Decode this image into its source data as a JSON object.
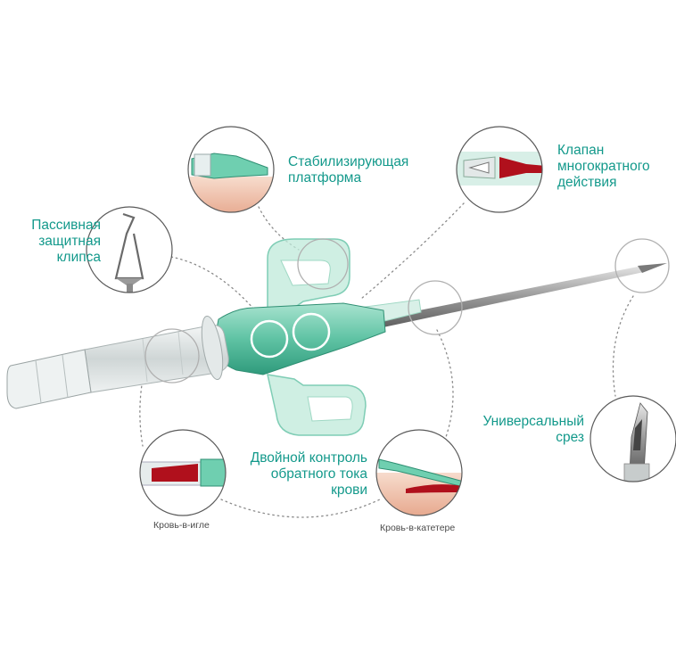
{
  "labels": {
    "stabilizing_platform": [
      "Стабилизирующая",
      "платформа"
    ],
    "valve": [
      "Клапан",
      "многократного",
      "действия"
    ],
    "passive_clip": [
      "Пассивная",
      "защитная",
      "клипса"
    ],
    "bevel": [
      "Универсальный",
      "срез"
    ],
    "double_control": [
      "Двойной контроль",
      "обратного тока",
      "крови"
    ]
  },
  "captions": {
    "blood_in_needle": "Кровь-в-игле",
    "blood_in_catheter": "Кровь-в-катетере"
  },
  "colors": {
    "accent": "#13998b",
    "device_green": "#63c9aa",
    "blood": "#b0101c",
    "skin": "#f1c7b5"
  },
  "icons": [
    "catheter-device-illustration",
    "clip-detail",
    "platform-detail",
    "valve-detail",
    "bevel-detail",
    "blood-needle-detail",
    "blood-catheter-detail"
  ]
}
